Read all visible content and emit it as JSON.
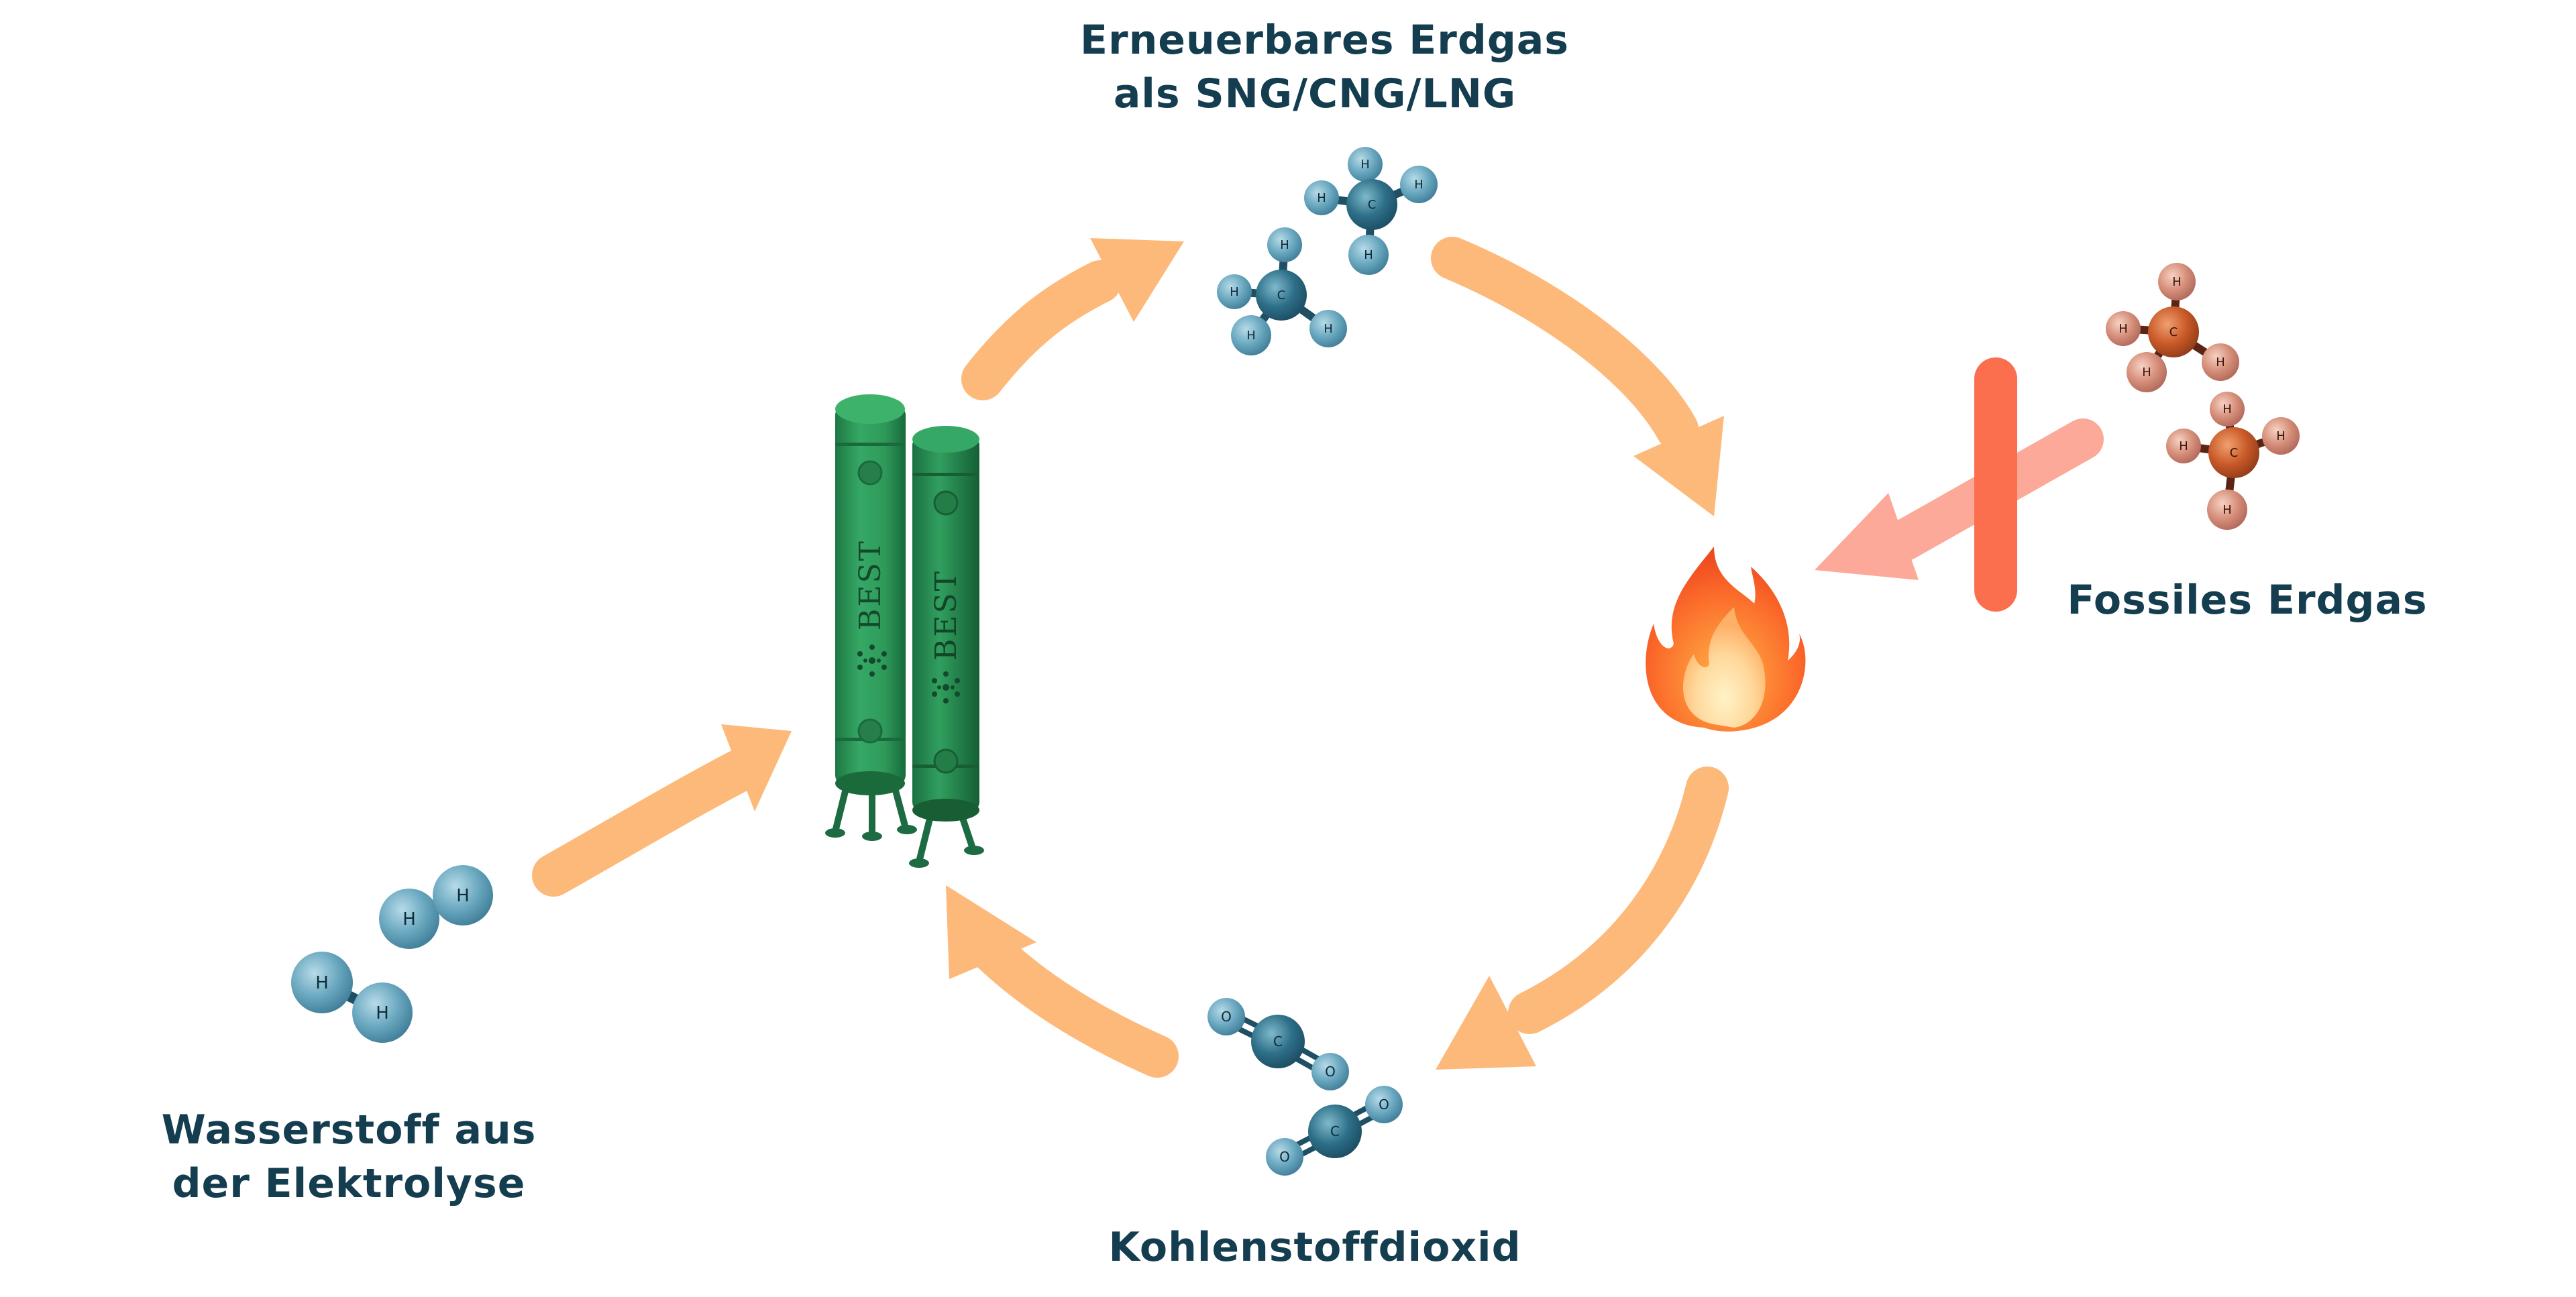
{
  "labels": {
    "renewable_line1": "Erneuerbares Erdgas",
    "renewable_line2": "als SNG/CNG/LNG",
    "fossil": "Fossiles Erdgas",
    "hydrogen_line1": "Wasserstoff aus",
    "hydrogen_line2": "der Elektrolyse",
    "co2": "Kohlenstoffdioxid"
  },
  "tank_brand": "BEST",
  "atoms": {
    "hydrogen": "H",
    "carbon": "C",
    "oxygen": "O"
  },
  "icons": [
    "methane-molecule-icon",
    "hydrogen-molecule-icon",
    "co2-molecule-icon",
    "storage-tank-icon",
    "flame-icon",
    "blocked-arrow-icon"
  ],
  "colors": {
    "text": "#143d4f",
    "arrow": "#fdb97a",
    "fossil_arrow": "#fca999",
    "barrier": "#fb6e4e",
    "tank": "#2f9a5b",
    "molecule_blue": "#2f7088",
    "molecule_orange": "#c65529"
  }
}
